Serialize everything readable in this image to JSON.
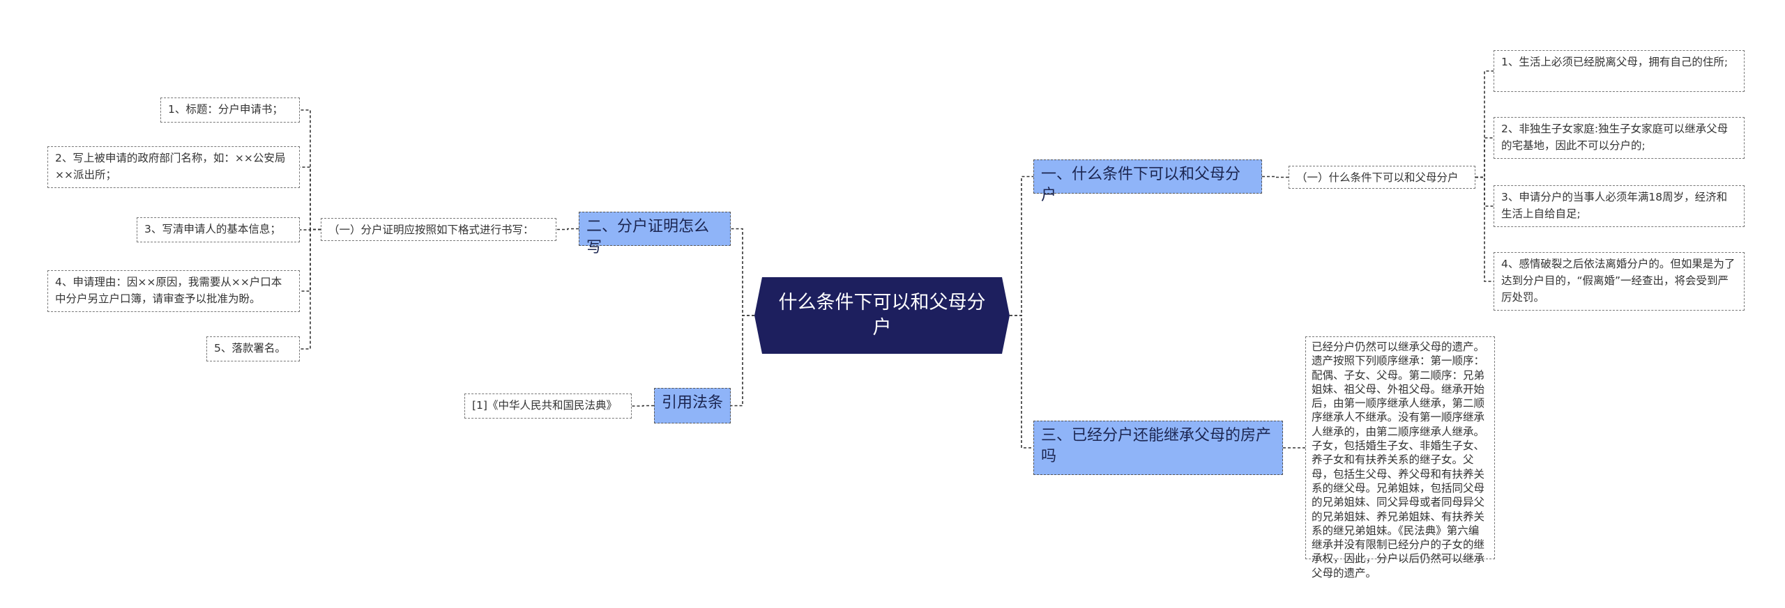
{
  "root": {
    "label": "什么条件下可以和父母分户"
  },
  "branches": {
    "conditions": {
      "label": "一、什么条件下可以和父母分户",
      "sub": "（一）什么条件下可以和父母分户",
      "items": [
        "1、生活上必须已经脱离父母，拥有自己的住所;",
        "2、非独生子女家庭:独生子女家庭可以继承父母的宅基地，因此不可以分户的;",
        "3、申请分户的当事人必须年满18周岁，经济和生活上自给自足;",
        "4、感情破裂之后依法离婚分户的。但如果是为了达到分户目的，“假离婚”一经查出，将会受到严厉处罚。"
      ]
    },
    "proof": {
      "label": "二、分户证明怎么写",
      "sub": "（一）分户证明应按照如下格式进行书写：",
      "items": [
        "1、标题：分户申请书；",
        "2、写上被申请的政府部门名称，如：××公安局××派出所；",
        "3、写清申请人的基本信息；",
        "4、申请理由：因××原因，我需要从××户口本中分户另立户口簿，请审查予以批准为盼。",
        "5、落款署名。"
      ]
    },
    "inherit": {
      "label": "三、已经分户还能继承父母的房产吗",
      "text": "已经分户仍然可以继承父母的遗产。遗产按照下列顺序继承：第一顺序：配偶、子女、父母。第二顺序：兄弟姐妹、祖父母、外祖父母。继承开始后，由第一顺序继承人继承，第二顺序继承人不继承。没有第一顺序继承人继承的，由第二顺序继承人继承。子女，包括婚生子女、非婚生子女、养子女和有扶养关系的继子女。父母，包括生父母、养父母和有扶养关系的继父母。兄弟姐妹，包括同父母的兄弟姐妹、同父异母或者同母异父的兄弟姐妹、养兄弟姐妹、有扶养关系的继兄弟姐妹。《民法典》第六编 继承并没有限制已经分户的子女的继承权，因此，分户以后仍然可以继承父母的遗产。"
    },
    "law": {
      "label": "引用法条",
      "ref": "[1]《中华人民共和国民法典》"
    }
  },
  "colors": {
    "root_bg": "#1d1f5e",
    "branch_bg": "#8fb4f8",
    "leaf_border": "#777777",
    "link": "#333333"
  }
}
